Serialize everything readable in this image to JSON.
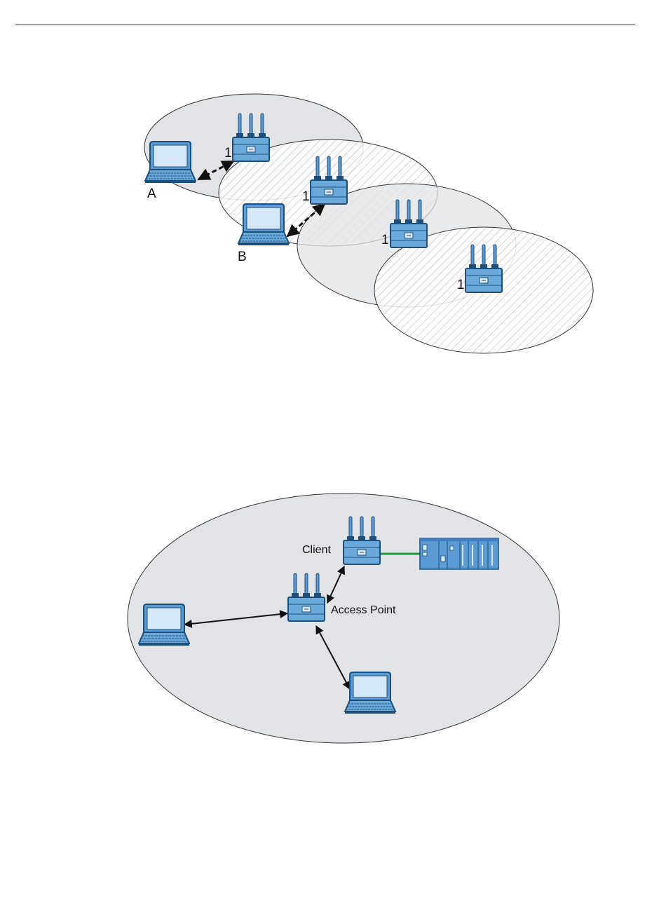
{
  "roaming_diagram": {
    "ap_labels": [
      "1",
      "1",
      "1",
      "1"
    ],
    "laptop_a_label": "A",
    "laptop_b_label": "B"
  },
  "network_diagram": {
    "client_label": "Client",
    "access_point_label": "Access Point"
  },
  "colors": {
    "cell_fill": "#e2e3e6",
    "device_blue": "#5b9bd5",
    "device_dark": "#1f4e79",
    "link_green": "#1a9a3a"
  },
  "icons": [
    "wireless-router-icon",
    "laptop-icon",
    "plc-rack-icon"
  ]
}
